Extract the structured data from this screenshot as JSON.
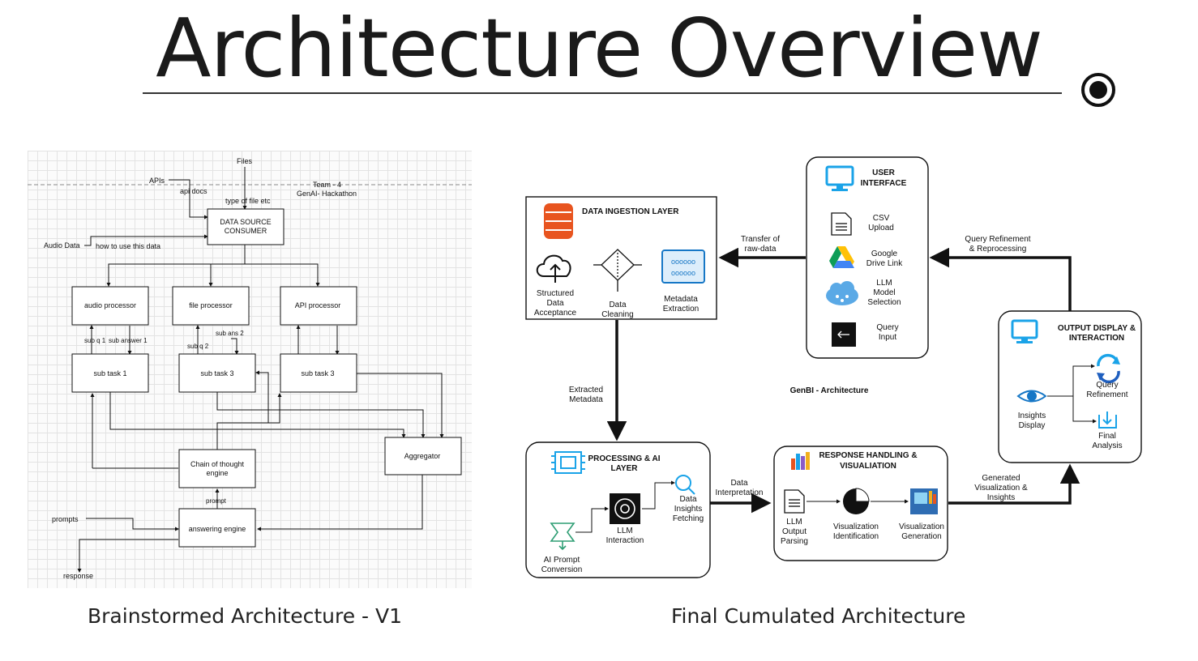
{
  "title": "Architecture Overview",
  "captions": {
    "left": "Brainstormed Architecture - V1",
    "right": "Final Cumulated Architecture"
  },
  "left_diagram": {
    "team_line1": "Team - 4",
    "team_line2": "GenAI- Hackathon",
    "files": "Files",
    "apis": "APIs",
    "api_docs": "api docs",
    "type_of_file": "type of file etc",
    "audio_data": "Audio Data",
    "how_to_use": "how to use this data",
    "data_source_line1": "DATA SOURCE",
    "data_source_line2": "CONSUMER",
    "audio_processor": "audio processor",
    "file_processor": "file processor",
    "api_processor": "API processor",
    "sub_q1": "sub q 1",
    "sub_answer1": "sub answer 1",
    "sub_q2": "sub q 2",
    "sub_ans2": "sub ans 2",
    "sub_task1": "sub task 1",
    "sub_task3a": "sub task 3",
    "sub_task3b": "sub task 3",
    "chain_line1": "Chain of thought",
    "chain_line2": "engine",
    "aggregator": "Aggregator",
    "prompt": "prompt",
    "prompts": "prompts",
    "answering_engine": "answering engine",
    "response": "response"
  },
  "right_diagram": {
    "center_label": "GenBI - Architecture",
    "ui_title_line1": "USER",
    "ui_title_line2": "INTERFACE",
    "csv_line1": "CSV",
    "csv_line2": "Upload",
    "gdrive_line1": "Google",
    "gdrive_line2": "Drive Link",
    "llm_sel_line1": "LLM",
    "llm_sel_line2": "Model",
    "llm_sel_line3": "Selection",
    "query_line1": "Query",
    "query_line2": "Input",
    "ingest_title": "DATA INGESTION LAYER",
    "structured_line1": "Structured",
    "structured_line2": "Data",
    "structured_line3": "Acceptance",
    "cleaning_line1": "Data",
    "cleaning_line2": "Cleaning",
    "metadata_line1": "Metadata",
    "metadata_line2": "Extraction",
    "transfer_line1": "Transfer of",
    "transfer_line2": "raw-data",
    "refine_line1": "Query Refinement",
    "refine_line2": "& Reprocessing",
    "extracted_line1": "Extracted",
    "extracted_line2": "Metadata",
    "proc_title_line1": "PROCESSING & AI",
    "proc_title_line2": "LAYER",
    "llm_int_line1": "LLM",
    "llm_int_line2": "Interaction",
    "fetch_line1": "Data",
    "fetch_line2": "Insights",
    "fetch_line3": "Fetching",
    "aiprompt_line1": "AI Prompt",
    "aiprompt_line2": "Conversion",
    "interp_line1": "Data",
    "interp_line2": "Interpretation",
    "resp_title_line1": "RESPONSE HANDLING &",
    "resp_title_line2": "VISUALIATION",
    "parse_line1": "LLM",
    "parse_line2": "Output",
    "parse_line3": "Parsing",
    "vid_line1": "Visualization",
    "vid_line2": "Identification",
    "vgen_line1": "Visualization",
    "vgen_line2": "Generation",
    "gen_line1": "Generated",
    "gen_line2": "Visualization &",
    "gen_line3": "Insights",
    "out_title_line1": "OUTPUT DISPLAY &",
    "out_title_line2": "INTERACTION",
    "insights_line1": "Insights",
    "insights_line2": "Display",
    "qref_line1": "Query",
    "qref_line2": "Refinement",
    "final_line1": "Final",
    "final_line2": "Analysis"
  },
  "colors": {
    "accent_blue": "#1aa3e8",
    "database_orange": "#e8541f",
    "stroke": "#111111"
  }
}
